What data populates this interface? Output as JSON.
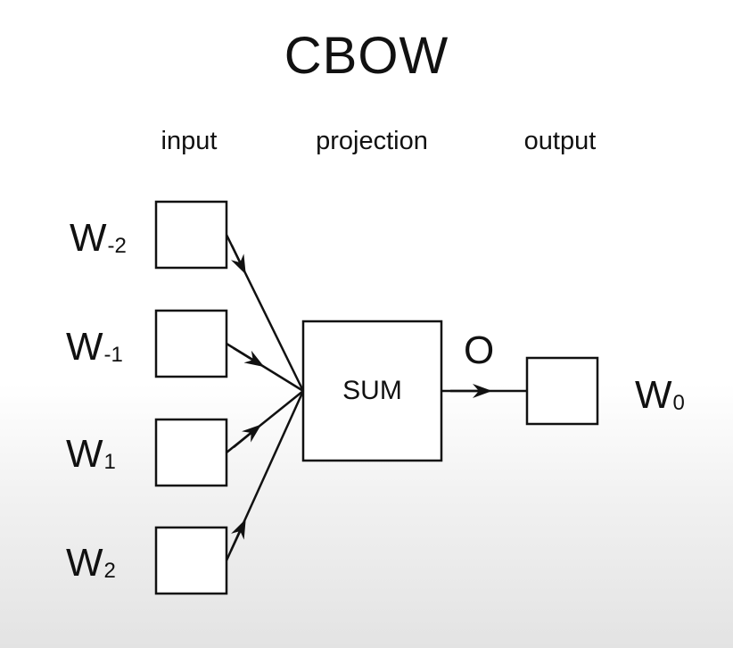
{
  "title": "CBOW",
  "columns": {
    "input": "input",
    "projection": "projection",
    "output": "output"
  },
  "inputs": [
    {
      "base": "W",
      "sub": "-2"
    },
    {
      "base": "W",
      "sub": "-1"
    },
    {
      "base": "W",
      "sub": "1"
    },
    {
      "base": "W",
      "sub": "2"
    }
  ],
  "projection_node": "SUM",
  "output_edge_label": "O",
  "output": {
    "base": "W",
    "sub": "0"
  }
}
